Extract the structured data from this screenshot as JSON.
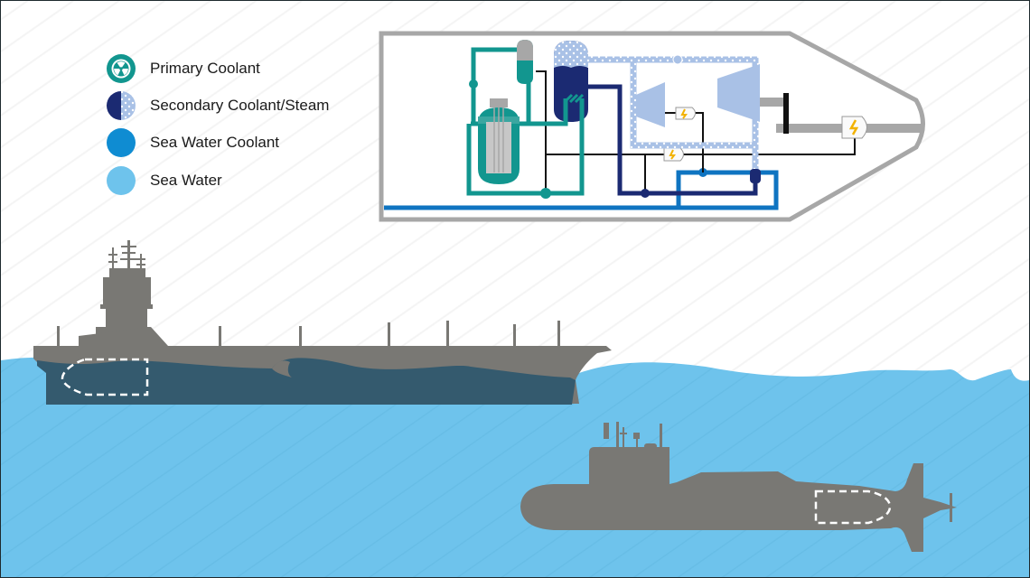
{
  "diagram": {
    "subject": "Naval nuclear propulsion plant",
    "colors": {
      "primary_coolant": "#12968f",
      "secondary_coolant": "#1b2a72",
      "steam": "#a9c1e6",
      "sea_water_coolant": "#0f74c1",
      "sea_water": "#6ec3ec",
      "vessel_gray": "#797874",
      "submerged_hull": "#345a6e",
      "outline_gray": "#a7a7a7",
      "generator_bolt": "#f2b200"
    },
    "legend": [
      {
        "key": "primary-coolant",
        "label": "Primary Coolant",
        "icon": "radiation-icon"
      },
      {
        "key": "secondary-coolant-steam",
        "label": "Secondary Coolant/Steam",
        "icon": "half-dotted-circle-icon"
      },
      {
        "key": "sea-water-coolant",
        "label": "Sea Water Coolant",
        "icon": "solid-circle-icon"
      },
      {
        "key": "sea-water",
        "label": "Sea Water",
        "icon": "solid-circle-icon"
      }
    ],
    "components": [
      "reactor-vessel",
      "pressurizer",
      "steam-generator",
      "high-pressure-turbine",
      "low-pressure-turbine",
      "turbine-generator",
      "ship-service-generator",
      "propulsion-generator",
      "condenser",
      "propeller-shaft",
      "reduction-gear"
    ],
    "vessels": [
      "aircraft-carrier",
      "submarine"
    ]
  }
}
